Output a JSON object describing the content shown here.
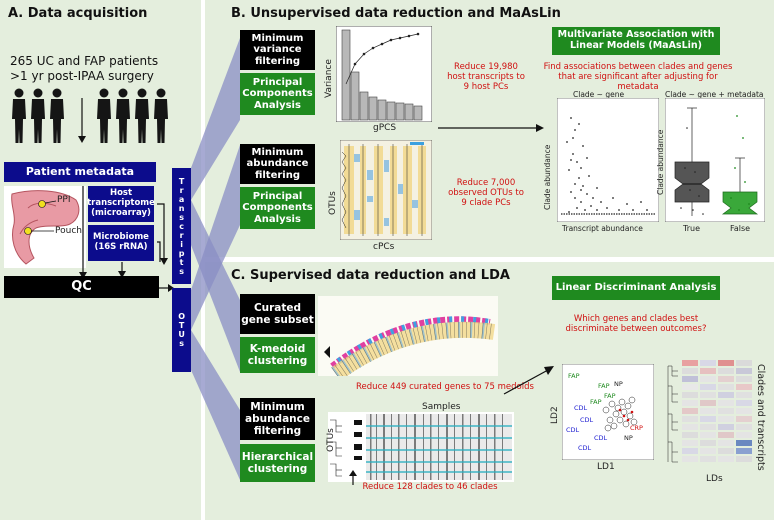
{
  "sections": {
    "a": {
      "title": "A.  Data acquisition"
    },
    "b": {
      "title": "B.  Unsupervised data reduction and MaAsLin"
    },
    "c": {
      "title": "C.  Supervised data reduction and LDA"
    }
  },
  "acquisition": {
    "cohort_line1": "265  UC and FAP patients",
    "cohort_line2": ">1 yr post-IPAA surgery",
    "patient_metadata": "Patient metadata",
    "ppi_label": "PPI",
    "pouch_label": "Pouch",
    "host_transcriptome": "Host transcriptome (microarray)",
    "microbiome": "Microbiome (16S rRNA)",
    "qc": "QC",
    "transcripts_vertical": "Transcripts",
    "otus_vertical": "OTUs"
  },
  "unsupervised": {
    "step1_filter": "Minimum variance filtering",
    "step1_pca": "Principal Components Analysis",
    "variance_axis": "Variance",
    "gpcs_axis": "gPCS",
    "reduce1": "Reduce 19,980 host transcripts to 9 host PCs",
    "step2_filter": "Minimum abundance filtering",
    "step2_pca": "Principal Components Analysis",
    "otus_axis": "OTUs",
    "cpcs_axis": "cPCs",
    "reduce2": "Reduce 7,000 observed OTUs to 9 clade PCs",
    "maaslin_title": "Multivariate Association with Linear Models (MaAsLin)",
    "maaslin_question": "Find associations between clades and genes that are significant after adjusting for metadata",
    "scatter_title": "Clade ~ gene",
    "scatter_ylabel": "Clade abundance",
    "scatter_xlabel": "Transcript abundance",
    "box_title": "Clade ~ gene + metadata",
    "box_ylabel": "Clade abundance",
    "box_true": "True",
    "box_false": "False"
  },
  "supervised": {
    "curated": "Curated gene subset",
    "kmedoid": "K-medoid clustering",
    "reduce_genes": "Reduce 449 curated genes to 75 medoids",
    "min_abund": "Minimum abundance filtering",
    "hier": "Hierarchical clustering",
    "samples_label": "Samples",
    "otus_axis": "OTUs",
    "reduce_clades": "Reduce 128 clades to 46 clades",
    "lda_title": "Linear Discriminant Analysis",
    "lda_question": "Which genes and clades best discriminate between outcomes?",
    "ld1": "LD1",
    "ld2": "LD2",
    "lds": "LDs",
    "clades_transcripts": "Clades and transcripts",
    "fap_label": "FAP",
    "cdl_label": "CDL",
    "np_label": "NP",
    "crp_label": "CRP"
  },
  "colors": {
    "panel_bg": "#e4eedd",
    "black_box": "#000000",
    "green_box": "#1f8a1f",
    "navy_box": "#0c0c8c",
    "red_text": "#d01010",
    "funnel": "#8a8ec4"
  }
}
